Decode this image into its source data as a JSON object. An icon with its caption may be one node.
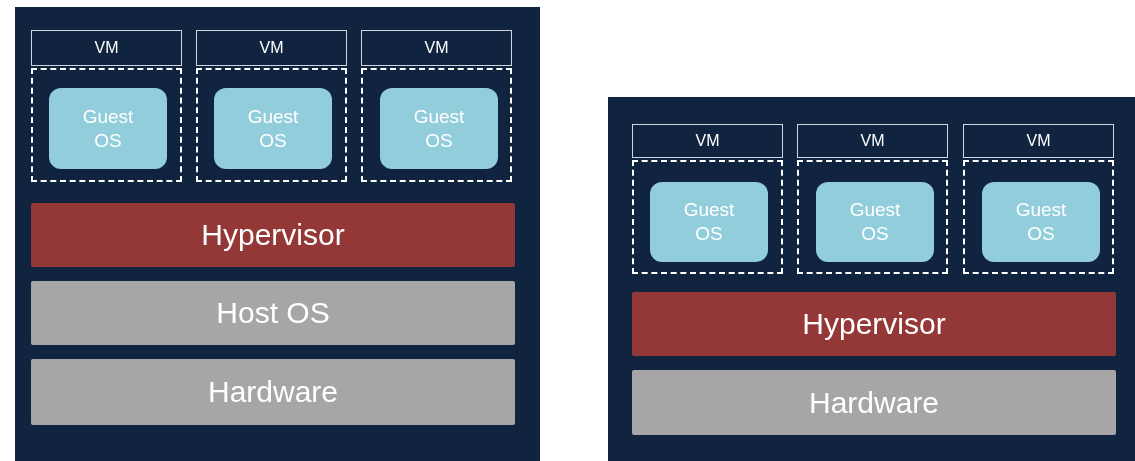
{
  "diagram": {
    "nodes": [
      {
        "text": [],
        "shape": "box"
      },
      {
        "text": [
          "VM"
        ],
        "in": 0
      },
      {
        "text": [],
        "shape": "box",
        "in": 0
      },
      {
        "text": [
          "Guest OS"
        ],
        "in": 2
      },
      {
        "text": [
          "VM"
        ],
        "in": 0
      },
      {
        "text": [],
        "shape": "box",
        "in": 0
      },
      {
        "text": [
          "Guest OS"
        ],
        "in": 5
      },
      {
        "text": [
          "VM"
        ],
        "in": 0
      },
      {
        "text": [],
        "shape": "box",
        "in": 0
      },
      {
        "text": [
          "Guest OS"
        ],
        "in": 8
      },
      {
        "text": [
          "Hypervisor"
        ],
        "in": 0
      },
      {
        "text": [
          "Host OS"
        ],
        "in": 0
      },
      {
        "text": [
          "Hardware"
        ],
        "in": 0
      },
      {
        "text": [],
        "shape": "box"
      },
      {
        "text": [
          "VM"
        ],
        "in": 13
      },
      {
        "text": [],
        "shape": "box",
        "in": 13
      },
      {
        "text": [
          "Guest OS"
        ],
        "in": 15
      },
      {
        "text": [
          "VM"
        ],
        "in": 13
      },
      {
        "text": [],
        "shape": "box",
        "in": 13
      },
      {
        "text": [
          "Guest OS"
        ],
        "in": 18
      },
      {
        "text": [
          "VM"
        ],
        "in": 13
      },
      {
        "text": [],
        "shape": "box",
        "in": 13
      },
      {
        "text": [
          "Guest OS"
        ],
        "in": 21
      },
      {
        "text": [
          "Hypervisor"
        ],
        "in": 13
      },
      {
        "text": [
          "Hardware"
        ],
        "in": 13
      }
    ]
  }
}
